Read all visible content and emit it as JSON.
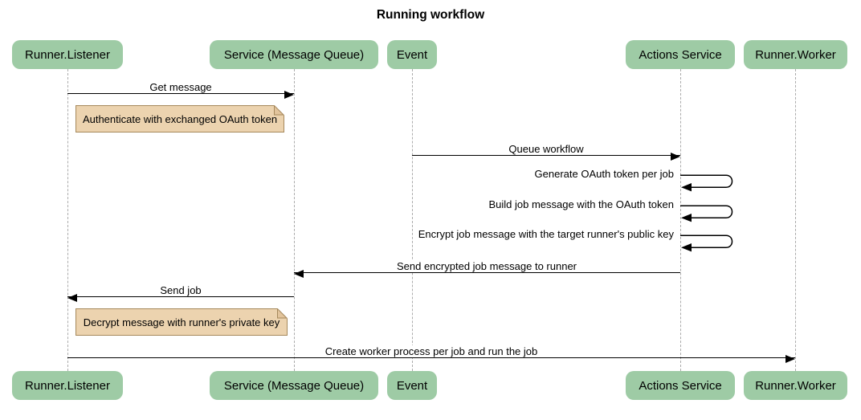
{
  "title": "Running workflow",
  "diagram_type": "sequence",
  "colors": {
    "participant_fill": "#9ECBA5",
    "note_fill": "#ECD3AF",
    "note_border": "#A6895C",
    "message_line": "#000000",
    "lifeline": "#ABABAB",
    "background": "#FFFFFF"
  },
  "participants": [
    {
      "label": "Runner.Listener"
    },
    {
      "label": "Service (Message Queue)"
    },
    {
      "label": "Event"
    },
    {
      "label": "Actions Service"
    },
    {
      "label": "Runner.Worker"
    }
  ],
  "messages": [
    {
      "label": "Get message",
      "from": "Runner.Listener",
      "to": "Service (Message Queue)",
      "kind": "arrow-right"
    },
    {
      "label": "Queue workflow",
      "from": "Event",
      "to": "Actions Service",
      "kind": "arrow-right"
    },
    {
      "label": "Generate OAuth token per job",
      "from": "Actions Service",
      "to": "Actions Service",
      "kind": "self"
    },
    {
      "label": "Build job message with the OAuth token",
      "from": "Actions Service",
      "to": "Actions Service",
      "kind": "self"
    },
    {
      "label": "Encrypt job message with the target runner's public key",
      "from": "Actions Service",
      "to": "Actions Service",
      "kind": "self"
    },
    {
      "label": "Send encrypted job message to runner",
      "from": "Actions Service",
      "to": "Service (Message Queue)",
      "kind": "arrow-left"
    },
    {
      "label": "Send job",
      "from": "Service (Message Queue)",
      "to": "Runner.Listener",
      "kind": "arrow-left"
    },
    {
      "label": "Create worker process per job and run the job",
      "from": "Runner.Listener",
      "to": "Runner.Worker",
      "kind": "arrow-right"
    }
  ],
  "notes": [
    {
      "text": "Authenticate with exchanged OAuth token",
      "over": "Runner.Listener"
    },
    {
      "text": "Decrypt message with runner's private key",
      "over": "Runner.Listener"
    }
  ]
}
